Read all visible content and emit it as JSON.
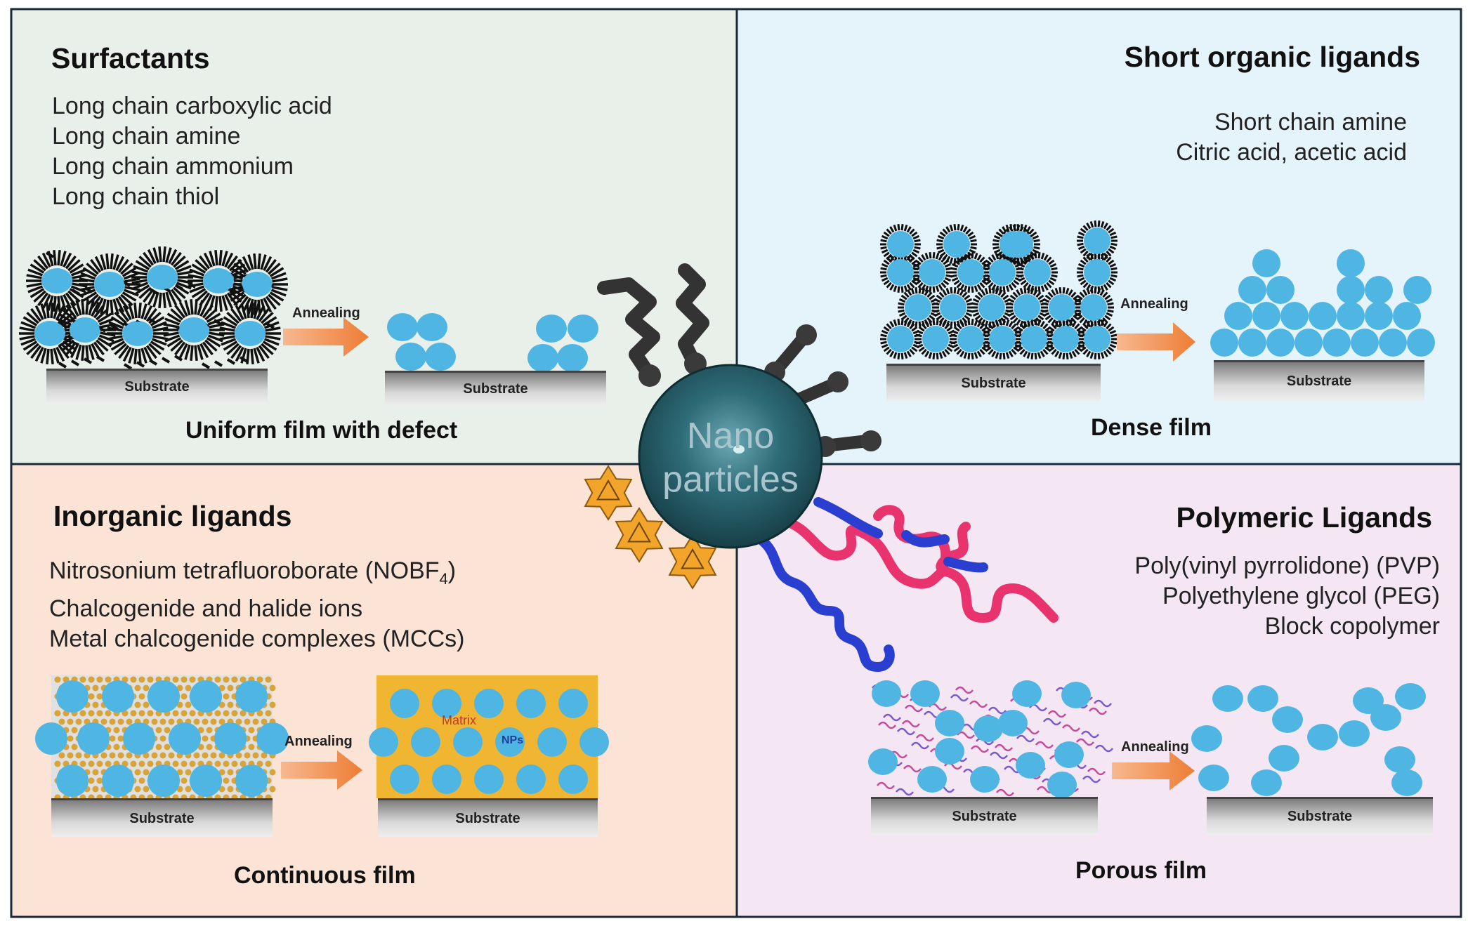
{
  "center": {
    "line1": "Nano",
    "line2": "particles"
  },
  "surfactants": {
    "title": "Surfactants",
    "items": [
      "Long chain carboxylic acid",
      "Long chain amine",
      "Long chain ammonium",
      "Long chain thiol"
    ],
    "annealing": "Annealing",
    "substrate_left": "Substrate",
    "substrate_right": "Substrate",
    "caption": "Uniform film with defect"
  },
  "short": {
    "title": "Short organic ligands",
    "items": [
      "Short chain amine",
      "Citric acid, acetic acid"
    ],
    "annealing": "Annealing",
    "substrate_left": "Substrate",
    "substrate_right": "Substrate",
    "caption": "Dense film"
  },
  "inorganic": {
    "title": "Inorganic ligands",
    "item1_main": "Nitrosonium tetrafluoroborate (NOBF",
    "item1_sub": "4",
    "item1_end": ")",
    "items": [
      "Chalcogenide and halide ions",
      "Metal chalcogenide complexes (MCCs)"
    ],
    "annealing": "Annealing",
    "substrate_left": "Substrate",
    "substrate_right": "Substrate",
    "matrix_label": "Matrix",
    "nps_label": "NPs",
    "caption": "Continuous film"
  },
  "polymeric": {
    "title": "Polymeric  Ligands",
    "items": [
      "Poly(vinyl pyrrolidone) (PVP)",
      "Polyethylene glycol (PEG)",
      "Block copolymer"
    ],
    "annealing": "Annealing",
    "substrate_left": "Substrate",
    "substrate_right": "Substrate",
    "caption": "Porous film"
  },
  "colors": {
    "tl_bg": "#e9f0ea",
    "tr_bg": "#e5f3fa",
    "bl_bg": "#fbe3d6",
    "br_bg": "#f4e7f3",
    "np_blue": "#4fb6e4",
    "arrow": "#ee7d34",
    "border": "#1a2a3a",
    "matrix": "#f0b531",
    "sphere": "#2e6c78",
    "ligand_dark": "#333333",
    "polymer_pink": "#e8336f",
    "polymer_blue": "#2a3fd0"
  }
}
